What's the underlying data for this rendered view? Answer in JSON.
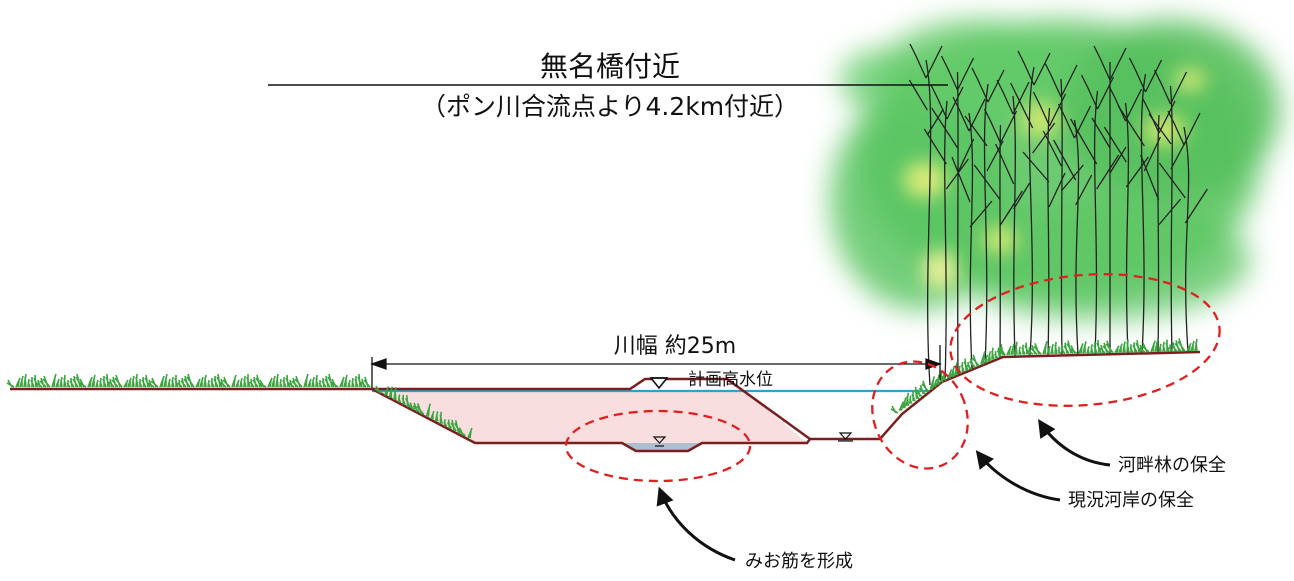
{
  "title": "無名橋付近",
  "subtitle": "（ポン川合流点より4.2km付近）",
  "river_width_label": "川幅 約25m",
  "water_level_label": "計画高水位",
  "annotations": {
    "riparian_forest": "河畔林の保全",
    "existing_bank": "現況河岸の保全",
    "low_water_channel": "みお筋を形成"
  },
  "colors": {
    "ground_line": "#7a1f1f",
    "water_line": "#2f9fd6",
    "flood_area_fill": "#f8dede",
    "channel_water": "#aebfcf",
    "annotation_ellipse": "#e02020",
    "grass": "#3aa640",
    "tree_foliage": "#4fc25a"
  },
  "icons": {
    "water_level_marker": "triangle-down-icon",
    "grass": "grass-icon",
    "trees": "tree-icon",
    "pointer": "curved-arrow-icon"
  }
}
